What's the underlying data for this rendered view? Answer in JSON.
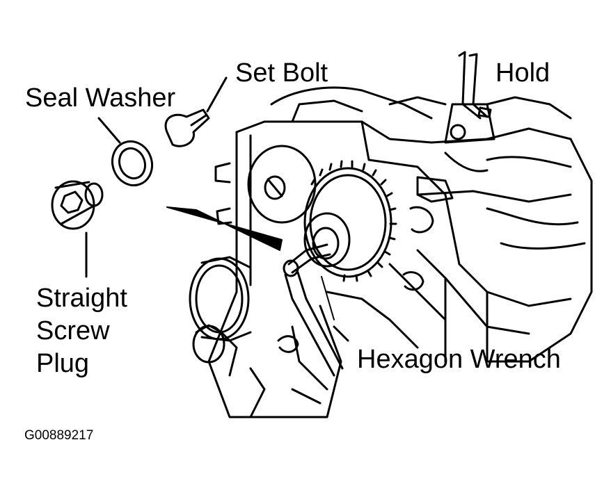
{
  "labels": {
    "set_bolt": "Set Bolt",
    "hold": "Hold",
    "seal_washer": "Seal Washer",
    "straight_screw_plug_line1": "Straight",
    "straight_screw_plug_line2": "Screw",
    "straight_screw_plug_line3": "Plug",
    "hexagon_wrench": "Hexagon Wrench",
    "figure_code": "G00889217"
  },
  "colors": {
    "ink": "#000000",
    "paper": "#ffffff"
  }
}
